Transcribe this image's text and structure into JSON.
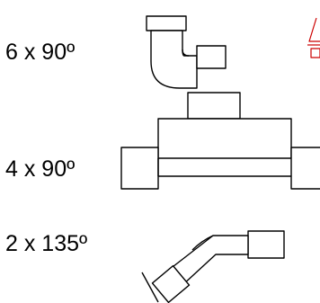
{
  "rows": [
    {
      "id": "elbow-90",
      "label": "6 x 90º"
    },
    {
      "id": "tee-90",
      "label": "4 x 90º"
    },
    {
      "id": "elbow-135",
      "label": "2 x 135º"
    }
  ],
  "colors": {
    "outline": "#000000",
    "partial_icon": "#cc0000",
    "background": "#ffffff"
  }
}
